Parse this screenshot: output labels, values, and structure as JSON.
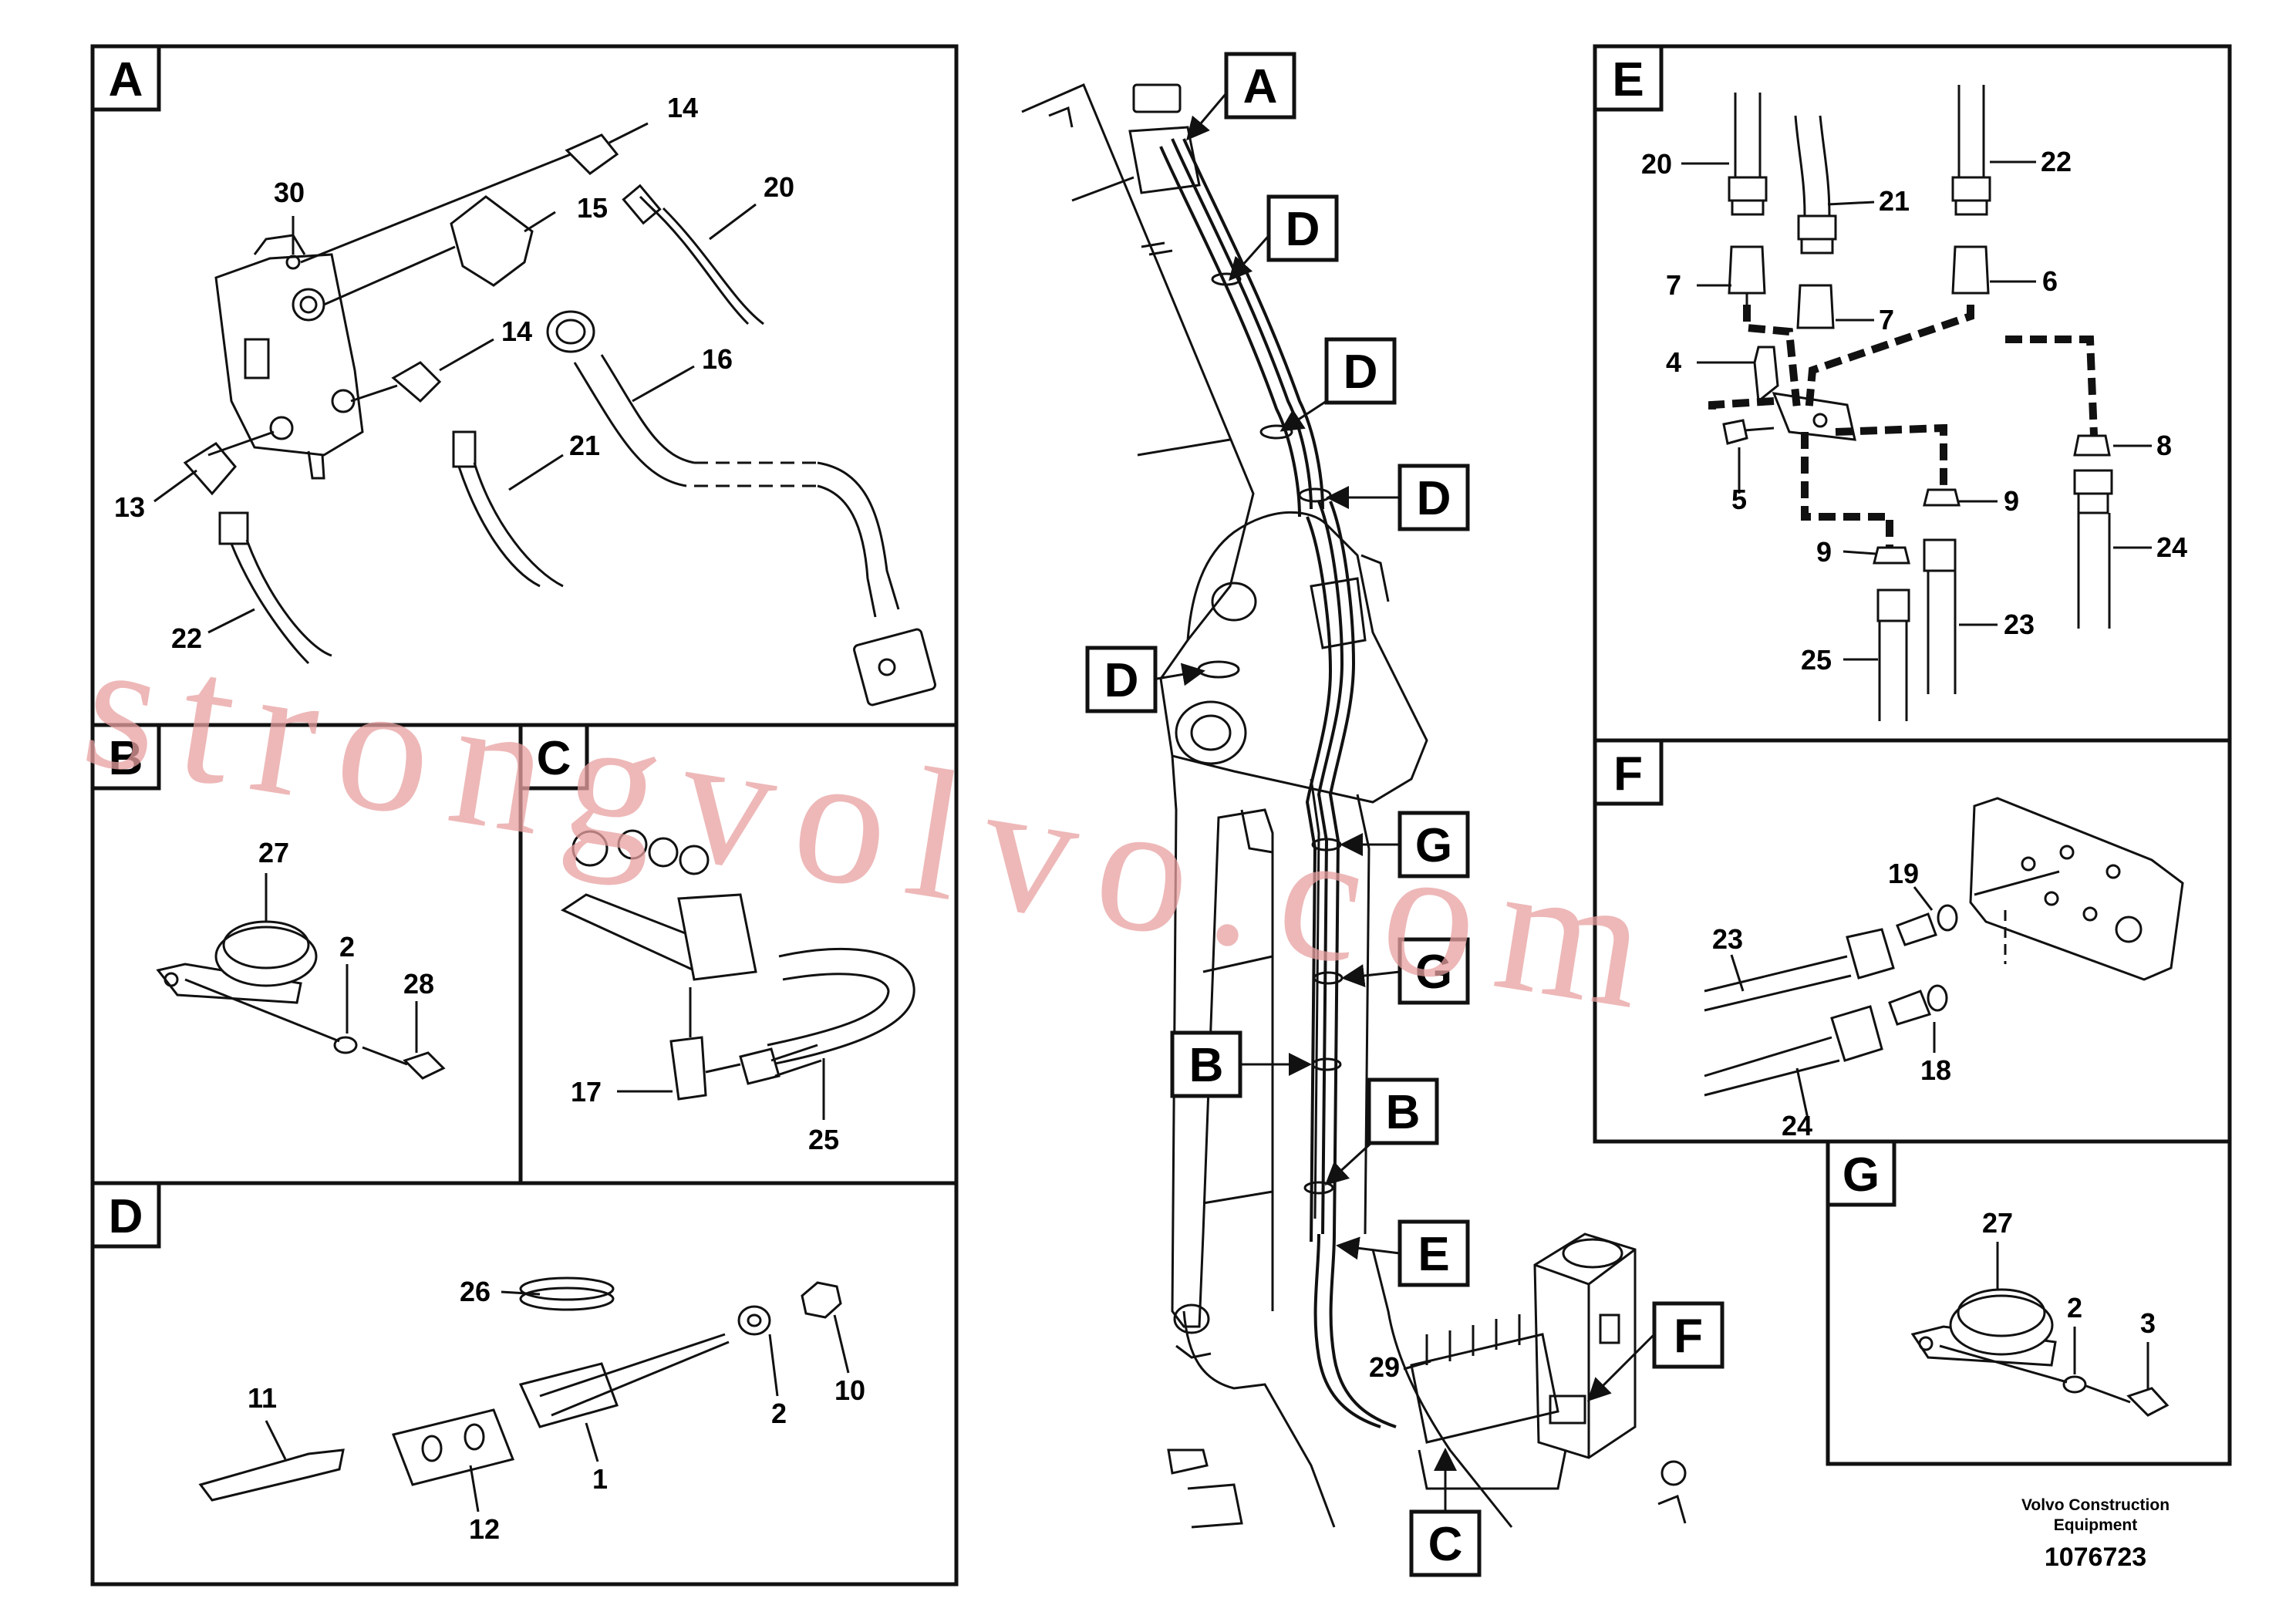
{
  "panels": {
    "A": {
      "label": "A",
      "parts": [
        "14",
        "30",
        "15",
        "20",
        "14",
        "16",
        "21",
        "13",
        "22"
      ]
    },
    "B": {
      "label": "B",
      "parts": [
        "27",
        "2",
        "28"
      ]
    },
    "C": {
      "label": "C",
      "parts": [
        "17",
        "25"
      ]
    },
    "D": {
      "label": "D",
      "parts": [
        "26",
        "11",
        "2",
        "10",
        "1",
        "12"
      ]
    },
    "E": {
      "label": "E",
      "parts": [
        "20",
        "21",
        "22",
        "7",
        "6",
        "7",
        "4",
        "8",
        "5",
        "9",
        "9",
        "24",
        "23",
        "25"
      ]
    },
    "F": {
      "label": "F",
      "parts": [
        "19",
        "23",
        "18",
        "24"
      ]
    },
    "G": {
      "label": "G",
      "parts": [
        "27",
        "2",
        "3"
      ]
    }
  },
  "overview": {
    "callouts": [
      "A",
      "D",
      "D",
      "D",
      "D",
      "G",
      "G",
      "B",
      "B",
      "E",
      "F",
      "C"
    ],
    "part_29": "29"
  },
  "footer": {
    "brand_line1": "Volvo Construction",
    "brand_line2": "Equipment",
    "drawing_number": "1076723"
  },
  "watermark": "strongvolvo.com",
  "colors": {
    "ink": "#111111",
    "watermark": "#e8a0a0"
  }
}
